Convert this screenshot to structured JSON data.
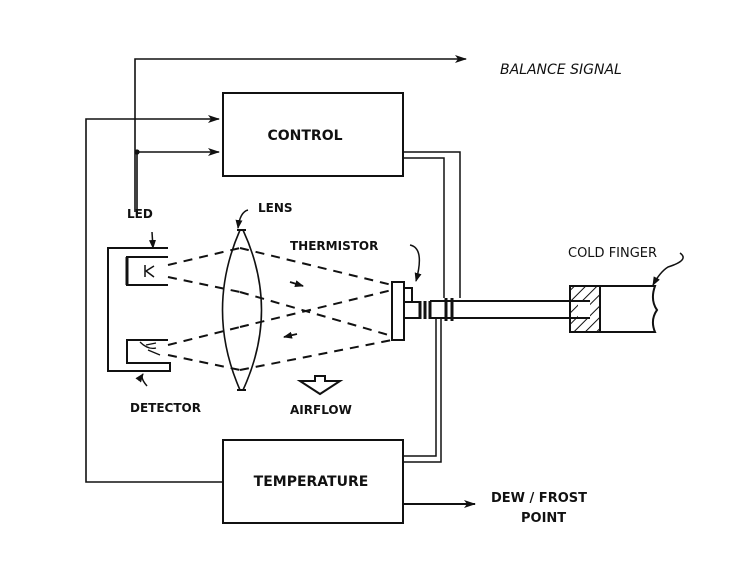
{
  "diagram": {
    "title": "Chilled-mirror dew point hygrometer schematic",
    "blocks": {
      "control": "CONTROL",
      "temperature": "TEMPERATURE"
    },
    "labels": {
      "balance_signal": "BALANCE SIGNAL",
      "led": "LED",
      "lens": "LENS",
      "thermistor": "THERMISTOR",
      "cold_finger": "COLD FINGER",
      "detector": "DETECTOR",
      "airflow": "AIRFLOW",
      "dew_frost_line1": "DEW / FROST",
      "dew_frost_line2": "POINT"
    },
    "colors": {
      "ink": "#111111",
      "paper": "#ffffff"
    }
  }
}
